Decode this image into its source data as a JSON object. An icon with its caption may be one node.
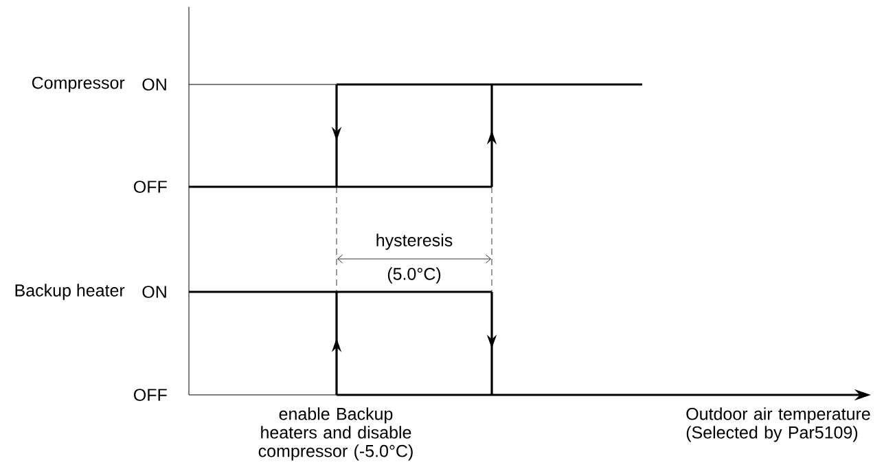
{
  "diagram": {
    "labels": [
      "Compressor",
      "ON",
      "OFF",
      "Backup heater",
      "ON",
      "OFF",
      "hysteresis",
      "(5.0°C)",
      "enable Backup heaters and disable compressor (-5.0°C)",
      "Outdoor air temperature (Selected by Par5109)"
    ]
  }
}
